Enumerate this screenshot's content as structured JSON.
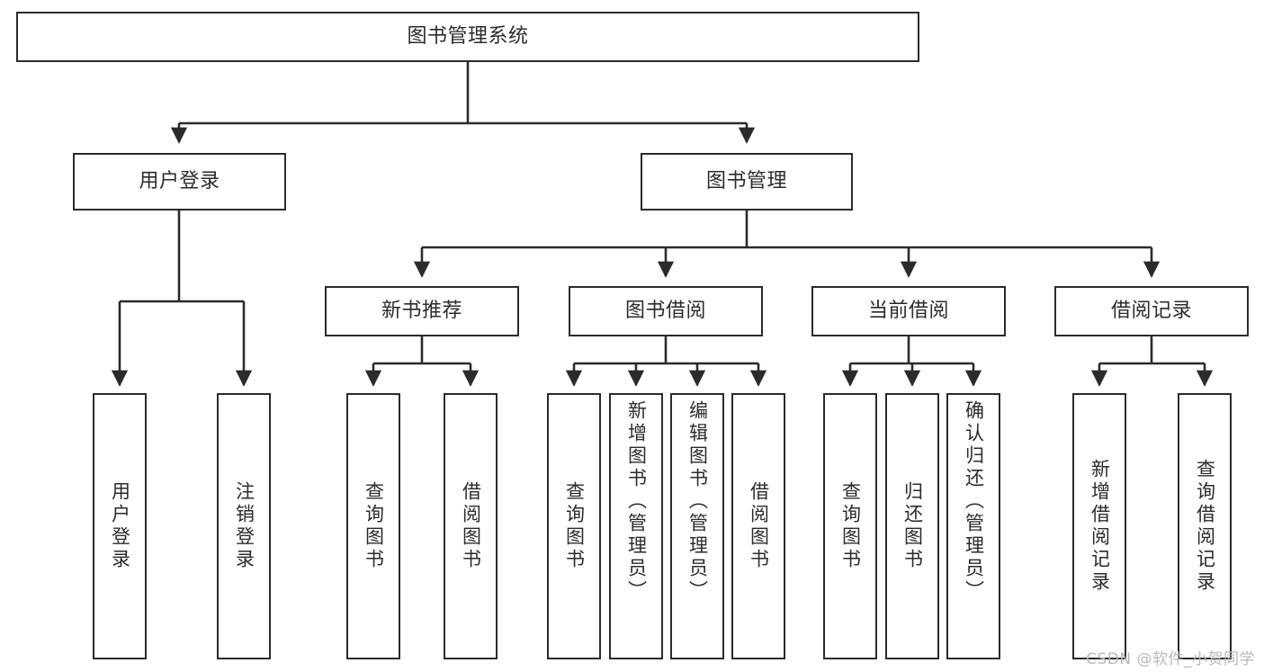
{
  "diagram": {
    "title": "图书管理系统",
    "root": {
      "label": "图书管理系统"
    },
    "level2": [
      {
        "label": "用户登录"
      },
      {
        "label": "图书管理"
      }
    ],
    "level3": [
      {
        "label": "新书推荐"
      },
      {
        "label": "图书借阅"
      },
      {
        "label": "当前借阅"
      },
      {
        "label": "借阅记录"
      }
    ],
    "leaves": {
      "user_login": [
        {
          "label": "用户登录"
        },
        {
          "label": "注销登录"
        }
      ],
      "new_book_recommend": [
        {
          "label": "查询图书"
        },
        {
          "label": "借阅图书"
        }
      ],
      "book_borrow": [
        {
          "label": "查询图书"
        },
        {
          "label": "新增图书（管理员）"
        },
        {
          "label": "编辑图书（管理员）"
        },
        {
          "label": "借阅图书"
        }
      ],
      "current_borrow": [
        {
          "label": "查询图书"
        },
        {
          "label": "归还图书"
        },
        {
          "label": "确认归还（管理员）"
        }
      ],
      "borrow_record": [
        {
          "label": "新增借阅记录"
        },
        {
          "label": "查询借阅记录"
        }
      ]
    }
  },
  "watermark": {
    "text": "CSDN @软件_小贺同学"
  },
  "colors": {
    "stroke": "#2b2b2b",
    "background": "#ffffff",
    "text": "#2b2b2b",
    "watermark": "#b8b8b8"
  }
}
